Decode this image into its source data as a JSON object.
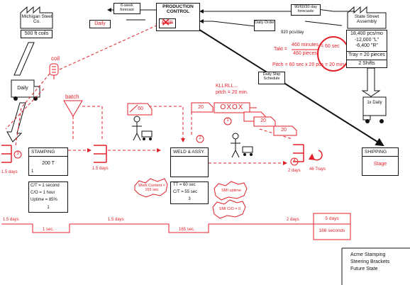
{
  "title_block": {
    "line1": "Acme Stamping",
    "line2": "Steering Brackets",
    "line3": "Future State"
  },
  "supplier": {
    "name": "Michigan Steel Co.",
    "coils": "500 ft coils"
  },
  "customer": {
    "name": "State Street Assembly",
    "demand": "18,400 pcs/mo",
    "mix_l": "-12,000 \"L\"",
    "mix_r": "-6,400 \"R\"",
    "tray": "Tray = 20 pieces",
    "shifts": "2 Shifts"
  },
  "production_control": {
    "label": "PRODUCTION CONTROL",
    "mrp": "MRP"
  },
  "info_flow": {
    "supplier_forecast": "6-week forecast",
    "supplier_order": "Daily",
    "customer_forecast": "90/60/30 day forecasts",
    "customer_order": "Daily Order",
    "ship_schedule": "Daily Ship Schedule"
  },
  "trucks": {
    "inbound": "Daily",
    "outbound": "1x Daily"
  },
  "takt": {
    "pcs_day": "920 pcs/day",
    "label": "Takt =",
    "numerator": "460 minutes",
    "denominator": "460 pieces",
    "result": "= 60 sec",
    "pitch": "Pitch = 60 sec x 20 pcs = 20 min."
  },
  "kanban": {
    "coil": "coil",
    "batch": "batch",
    "post": "60",
    "withdraw1": "20",
    "withdraw2": "20",
    "withdraw3": "20",
    "mix": "OXOX",
    "kllrll": "KLLRLL...",
    "pitch_note": "pitch = 20 min."
  },
  "processes": {
    "stamping": {
      "label": "STAMPING",
      "tonnage": "200 T",
      "operators": "1",
      "ct": "C/T = 1 second",
      "co": "C/O = 1 hour",
      "uptime": "Uptime = 85%",
      "count": "1"
    },
    "weld": {
      "label": "WELD & ASSY.",
      "tt": "TT = 60 sec",
      "ct": "C/T = 55 sec",
      "count": "3"
    },
    "shipping": {
      "label": "SHIPPING",
      "stage": "Stage"
    }
  },
  "inventory": {
    "raw": "1.5 days",
    "wip": "1.5 days",
    "fg": "2 days",
    "trays": "46 Trays"
  },
  "kaizen": {
    "weld_content": "Work Content < 165 sec",
    "uptime": "SMI uptime",
    "co": "SMI C/O = 0"
  },
  "numbers": {
    "n1": "1",
    "n2": "2",
    "n3": "3",
    "n4": "4"
  },
  "timeline": {
    "lead_segments": [
      "1.5 days",
      "1.5 days",
      "2 days"
    ],
    "process_segments": [
      "1 sec.",
      "165 sec."
    ],
    "total_lead": "5 days",
    "total_process": "166 seconds"
  }
}
